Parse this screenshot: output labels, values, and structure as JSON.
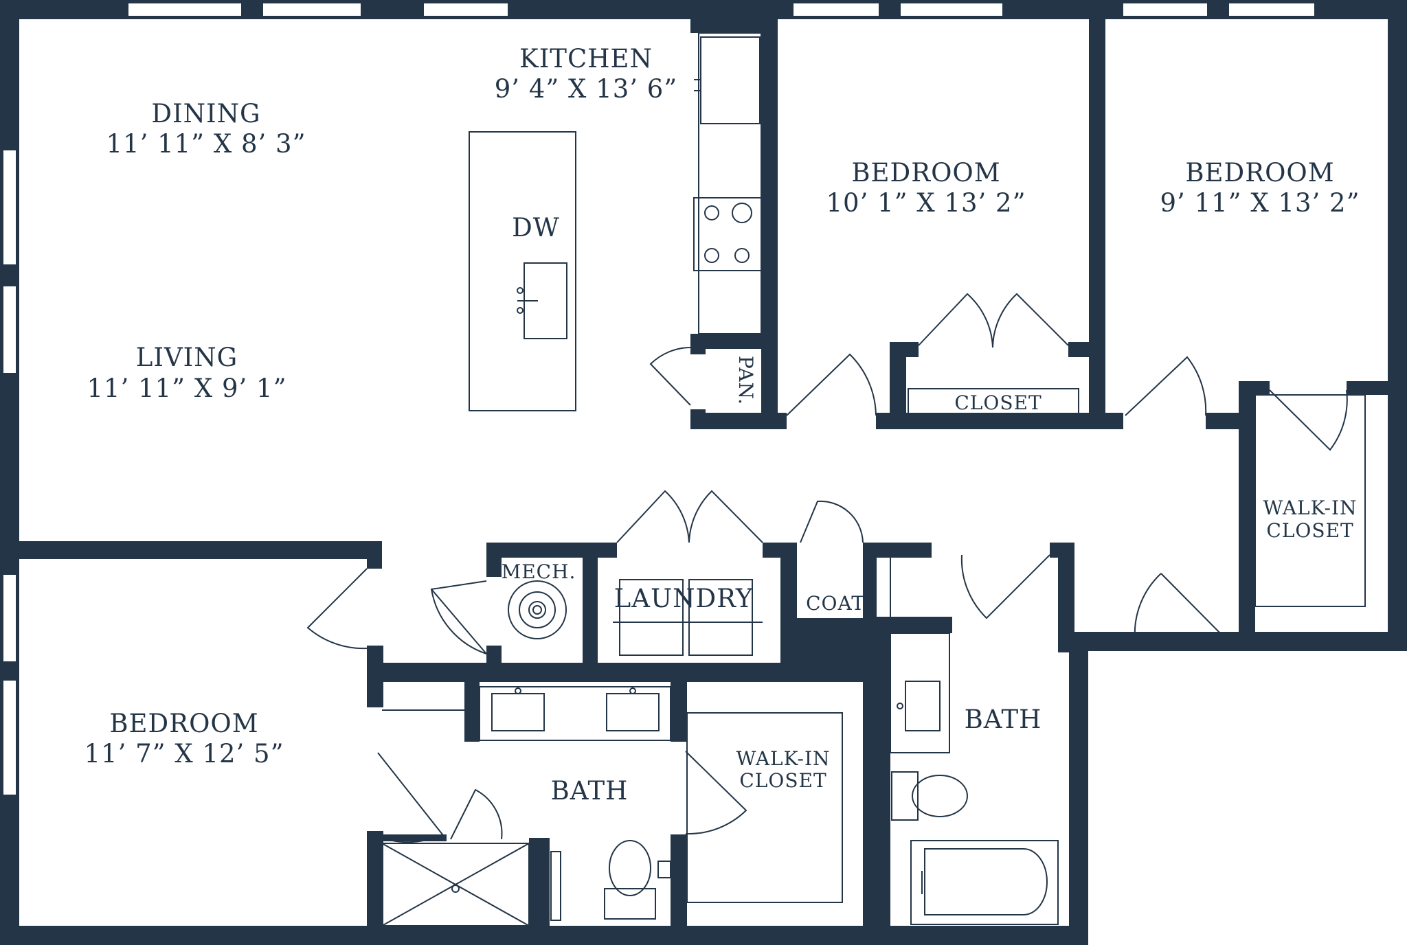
{
  "colors": {
    "wall": "#233547",
    "background": "#ffffff"
  },
  "rooms": {
    "kitchen": {
      "name": "KITCHEN",
      "dims": "9’ 4” X 13’ 6”"
    },
    "dining": {
      "name": "DINING",
      "dims": "11’ 11” X 8’ 3”"
    },
    "living": {
      "name": "LIVING",
      "dims": "11’ 11” X 9’ 1”"
    },
    "bedroom_mid": {
      "name": "BEDROOM",
      "dims": "10’ 1” X 13’ 2”"
    },
    "bedroom_right": {
      "name": "BEDROOM",
      "dims": "9’ 11” X 13’ 2”"
    },
    "bedroom_primary": {
      "name": "BEDROOM",
      "dims": "11’ 7” X 12’ 5”"
    },
    "bath_primary": {
      "name": "BATH"
    },
    "bath_second": {
      "name": "BATH"
    },
    "walkin_primary": {
      "line1": "WALK-IN",
      "line2": "CLOSET"
    },
    "walkin_right": {
      "line1": "WALK-IN",
      "line2": "CLOSET"
    },
    "closet_mid": {
      "name": "CLOSET"
    },
    "laundry": {
      "name": "LAUNDRY"
    },
    "mech": {
      "name": "MECH."
    },
    "coat": {
      "name": "COAT"
    },
    "pantry": {
      "name": "PAN."
    },
    "dishwasher": {
      "name": "DW"
    }
  }
}
